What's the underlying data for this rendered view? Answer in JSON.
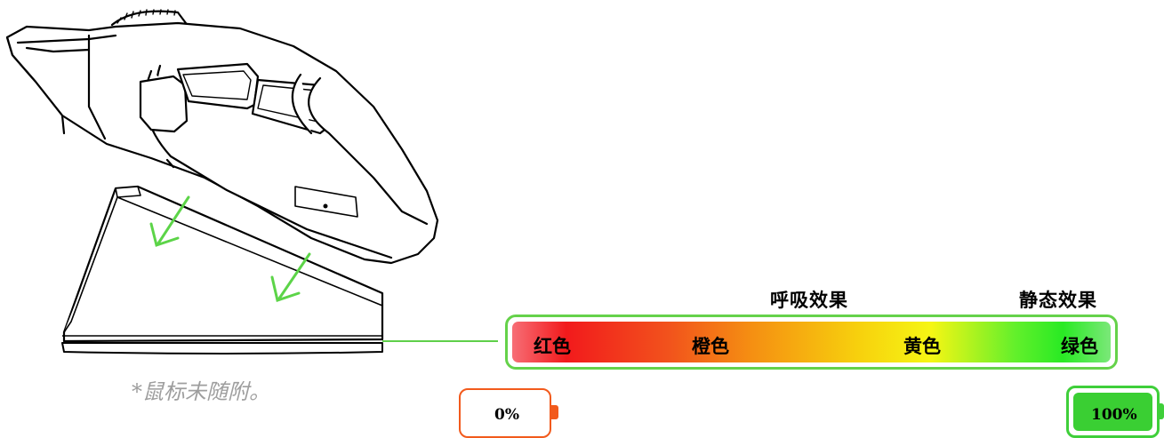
{
  "modes": {
    "breathing": "呼吸效果",
    "static": "静态效果"
  },
  "colors": [
    {
      "label": "红色",
      "hex": "#f21a1c"
    },
    {
      "label": "橙色",
      "hex": "#f58f12"
    },
    {
      "label": "黄色",
      "hex": "#f6f614"
    },
    {
      "label": "绿色",
      "hex": "#29ea24"
    }
  ],
  "note": "*鼠标未随附。",
  "battery": {
    "low_label": "0%",
    "low_color": "#f25a1c",
    "full_label": "100%",
    "full_color": "#3acf33"
  },
  "icons": [
    "mouse-illustration",
    "charging-dock-illustration",
    "arrow-down-left-icon"
  ]
}
